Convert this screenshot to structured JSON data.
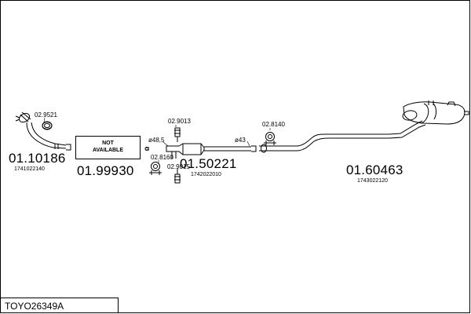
{
  "diagram_id": "TOYO26349A",
  "not_available_box": "NOT\nAVAILABLE",
  "parts": [
    {
      "number": "01.10186",
      "oem": "1741022140"
    },
    {
      "number": "01.99930"
    },
    {
      "number": "01.50221",
      "oem": "1742022010"
    },
    {
      "number": "01.60463",
      "oem": "1743022120"
    }
  ],
  "accessories": [
    "02.9521",
    "02.9013",
    "02.8160",
    "02.9015",
    "02.8140"
  ],
  "dimensions": [
    "ø48,5",
    "ø43"
  ]
}
